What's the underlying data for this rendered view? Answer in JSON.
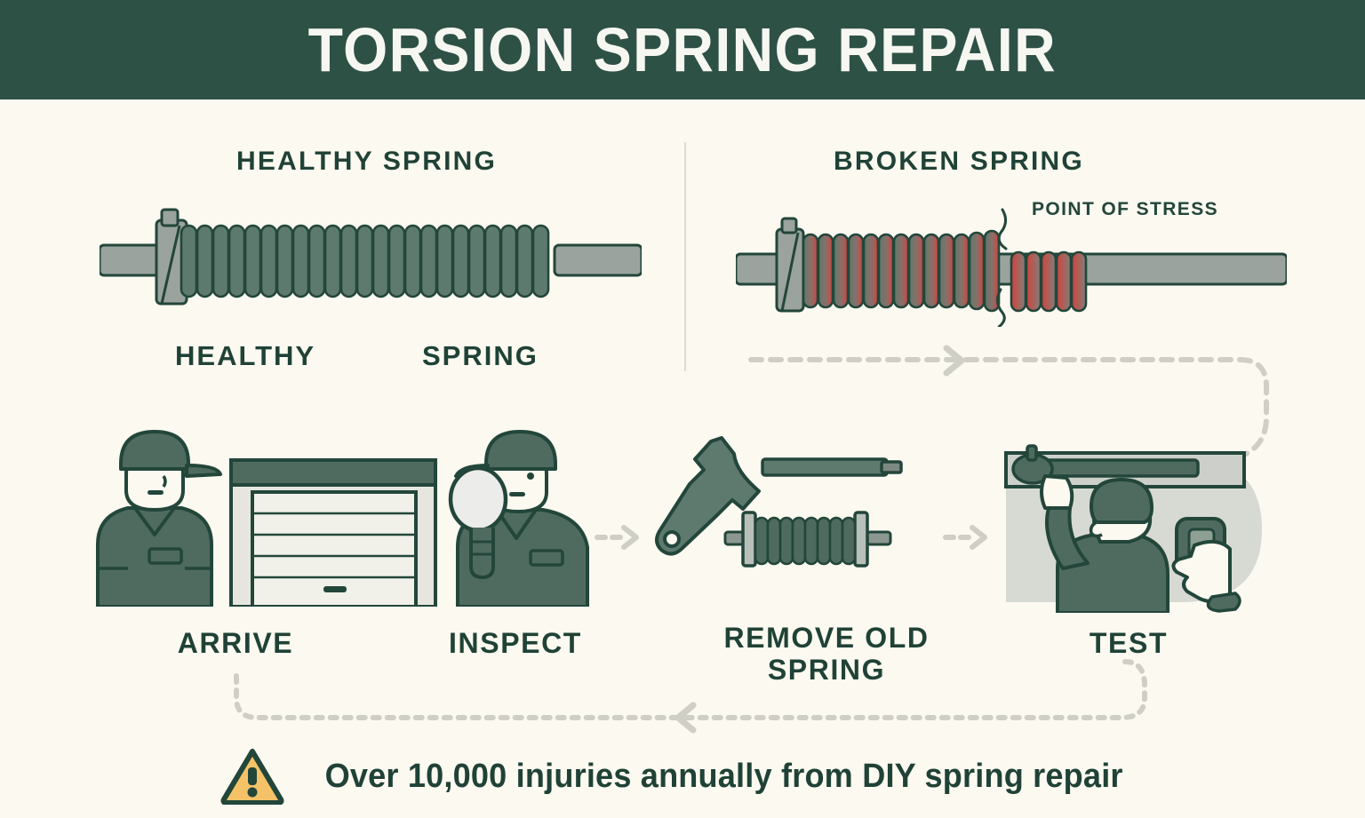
{
  "header": {
    "title": "TORSION SPRING REPAIR",
    "bg_color": "#2e5146",
    "text_color": "#f7f7f2"
  },
  "page": {
    "background_color": "#fbf9f0",
    "primary_green": "#204236",
    "spring_body_green": "#5e7a6e",
    "shaft_gray": "#9aa39d",
    "broken_red": "#d6413c",
    "flow_line_gray": "#cfcfc6",
    "warning_amber": "#f5c268"
  },
  "comparison": {
    "healthy": {
      "heading": "HEALTHY SPRING",
      "caption_left": "HEALTHY",
      "caption_right": "SPRING",
      "illustration": "healthy-torsion-spring"
    },
    "broken": {
      "heading": "BROKEN SPRING",
      "annotation": "POINT OF STRESS",
      "illustration": "broken-torsion-spring"
    }
  },
  "process": {
    "steps": [
      {
        "id": "arrive",
        "label": "ARRIVE",
        "icon": "technician-and-garage-door-icon"
      },
      {
        "id": "inspect",
        "label": "INSPECT",
        "icon": "technician-with-magnifier-icon"
      },
      {
        "id": "remove",
        "label": "REMOVE OLD\nSPRING",
        "icon": "wrench-winding-bar-spring-icon"
      },
      {
        "id": "test",
        "label": "TEST",
        "icon": "technician-testing-door-icon"
      }
    ]
  },
  "footer": {
    "warning_text": "Over 10,000 injuries annually from DIY spring repair",
    "warning_icon": "warning-triangle-icon"
  }
}
